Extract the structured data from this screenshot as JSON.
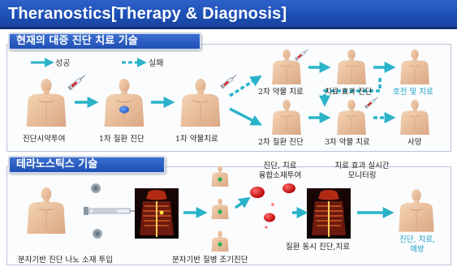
{
  "title": "Theranostics[Therapy & Diagnosis]",
  "section1": {
    "header": "현재의 대증 진단 치료 기술",
    "legend": {
      "success": "성공",
      "failure": "실패"
    },
    "steps": {
      "s1": "진단시약투여",
      "s2": "1차 질환 진단",
      "s3": "1차 약물치료",
      "s4a": "2차 약물 치료",
      "s5a": "치료 효과 진단",
      "s6a": "호전 및 치료",
      "s4b": "2차 질환 진단",
      "s5b": "3차 약물 치료",
      "s6b": "사망"
    }
  },
  "section2": {
    "header": "테라노스틱스 기술",
    "steps": {
      "probe": "분자기반 진단 나노 소재 투입",
      "early": "분자기반 질병 조기진단",
      "fusion": "진단, 치료\n융합소재투여",
      "simul": "질환 동시 진단,치료",
      "monitor": "치료 효과 실시간\n모니터링",
      "result": "진단, 치료,\n예방"
    }
  },
  "colors": {
    "accent": "#2ab3c9",
    "header": "#1f4fb3",
    "skin": "#efc7a3",
    "lesion": "#3a78d8",
    "cell": "#d81f1f"
  }
}
